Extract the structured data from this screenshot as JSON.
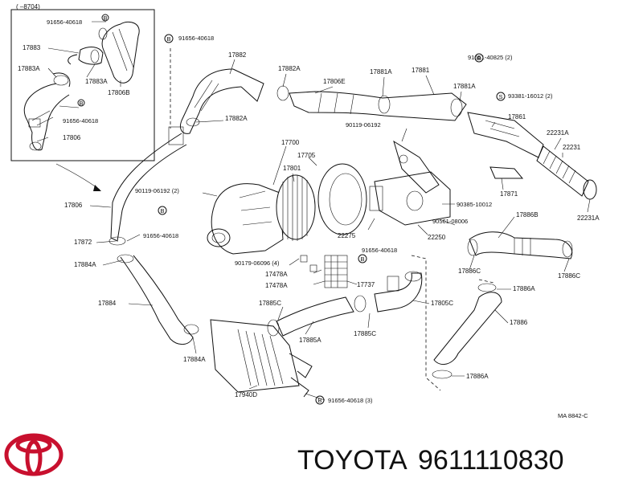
{
  "diagram": {
    "inset_heading": "(      –8704)",
    "inset_labels": [
      "91656-40618",
      "17883",
      "17883A",
      "17883A",
      "17806B",
      "91656-40618",
      "17806"
    ],
    "labels": {
      "l_91656_40618_top": "91656-40618",
      "l_17882": "17882",
      "l_17882A_top": "17882A",
      "l_17806E": "17806E",
      "l_17881A_1": "17881A",
      "l_17881": "17881",
      "l_91651_40825": "91651-40825 (2)",
      "l_17881A_2": "17881A",
      "l_93381_16012": "93381-16012 (2)",
      "l_17861": "17861",
      "l_17882A_mid": "17882A",
      "l_90119_06192_r": "90119-06192",
      "l_22231A_top": "22231A",
      "l_22231": "22231",
      "l_17700": "17700",
      "l_17705": "17705",
      "l_17801": "17801",
      "l_17871": "17871",
      "l_17806": "17806",
      "l_90119_06192_2": "90119-06192 (2)",
      "l_90385_10012": "90385-10012",
      "l_22231A_bot": "22231A",
      "l_90561_08006": "90561-08006",
      "l_17886B": "17886B",
      "l_91656_40618_b": "91656-40618",
      "l_22275": "22275",
      "l_22250": "22250",
      "l_17872": "17872",
      "l_91656_40618_c": "91656-40618",
      "l_17884A_top": "17884A",
      "l_90179_06096": "90179-06096 (4)",
      "l_17886C_l": "17886C",
      "l_17886C_r": "17886C",
      "l_17478A_1": "17478A",
      "l_17478A_2": "17478A",
      "l_17737": "17737",
      "l_17886A_top": "17886A",
      "l_17884": "17884",
      "l_17885C_l": "17885C",
      "l_17805C": "17805C",
      "l_17886": "17886",
      "l_17885A": "17885A",
      "l_17885C_b": "17885C",
      "l_17884A_bot": "17884A",
      "l_17886A_bot": "17886A",
      "l_17940D": "17940D",
      "l_91656_40618_3": "91656-40618 (3)"
    },
    "bolt_marks": [
      "B",
      "B",
      "B",
      "B",
      "S",
      "B",
      "B",
      "B"
    ],
    "catalog_code": "MA  8842-C"
  },
  "footer": {
    "brand": "TOYOTA",
    "part_number": "9611110830",
    "logo_icon": "toyota-logo-icon"
  },
  "colors": {
    "ink": "#111111",
    "logo_red": "#c8102e",
    "background": "#ffffff"
  }
}
